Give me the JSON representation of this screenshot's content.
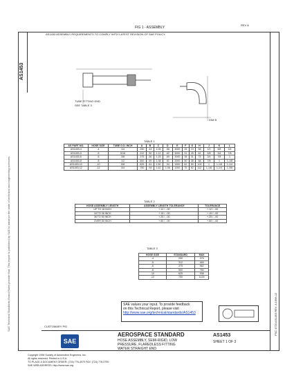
{
  "doc": {
    "code": "AS1453",
    "header_note": "FIG 1 - ASSEMBLY",
    "notice_line": "AS1453 ASSEMBLY REQUIREMENTS TO COMPLY WITH LATEST REVISION OF SAE POLICY",
    "standard_title": "AEROSPACE STANDARD",
    "description": [
      "HOSE ASSEMBLY, SEMI-RIGID, LOW",
      "PRESSURE, FLAREDLESS FITTING",
      "WATER STRAIGHT END"
    ],
    "sheet": "SHEET 1 OF 3",
    "customer_label": "CUSTOMARY P/D",
    "logo_text": "SAE",
    "logo_sub": "AEROSPACE",
    "side_text_right": "FSC 4720 AS1453 REV. A  1996-12",
    "side_text_left": "SAE Technical Standards Board Rules provide that: This report is published by SAE to advance the state of technical and engineering sciences.",
    "footer_lines": [
      "Copyright 1996 Society of Automotive Engineers, Inc.",
      "All rights reserved.  Printed in U.S.A.",
      "TO PLACE A DOCUMENT ORDER: (724) 776-4970  FAX: (724) 776-0790",
      "SAE WEB ADDRESS: http://www.sae.org"
    ],
    "revision": "REV A"
  },
  "figure": {
    "label_left": "TUBE FITTING END",
    "label_left_2": "SEE TABLE 3",
    "label_right": "DIM B"
  },
  "table1": {
    "title": "TABLE 1",
    "headers": [
      "AS PART NO.",
      "HOSE SIZE",
      "TUBE O.D. INCH",
      "A",
      "B",
      "C",
      "D",
      "E",
      "F",
      "G",
      "H",
      "J",
      "K",
      "L"
    ],
    "rows": [
      [
        "AS1453-4",
        "-4",
        "1/4",
        ".250",
        ".44",
        "1.06",
        ".56",
        "3000",
        "25",
        "19",
        "58",
        "1/2",
        "5/8",
        "3/4"
      ],
      [
        "AS1453-5",
        "-5",
        "5/16",
        ".312",
        ".50",
        "1.12",
        ".62",
        "3000",
        "31",
        "25",
        "62",
        "5/8",
        "3/4",
        "7/8"
      ],
      [
        "AS1453-6",
        "-6",
        "3/8",
        ".375",
        ".56",
        "1.25",
        ".69",
        "3000",
        "38",
        "31",
        "75",
        "3/4",
        "7/8",
        "1"
      ],
      [
        "AS1453-8",
        "-8",
        "1/2",
        ".500",
        ".69",
        "1.38",
        ".81",
        "2000",
        "50",
        "38",
        "88",
        "7/8",
        "1",
        "1-1/8"
      ],
      [
        "AS1453-10",
        "-10",
        "5/8",
        ".625",
        ".81",
        "1.50",
        ".94",
        "1500",
        "62",
        "50",
        "100",
        "1",
        "1-1/8",
        "1-1/4"
      ],
      [
        "AS1453-12",
        "-12",
        "3/4",
        ".750",
        ".94",
        "1.62",
        "1.06",
        "1000",
        "75",
        "62",
        "112",
        "1-1/8",
        "1-1/4",
        "1-3/8"
      ]
    ]
  },
  "table2": {
    "title": "TABLE 2",
    "headers": [
      "HOSE ASSEMBLY LENGTH",
      "ASSEMBLY LENGTH TOLERANCE",
      "TOLERANCE"
    ],
    "rows": [
      [
        "UP TO 18 INCH",
        "+.12 / -.00",
        "+.12 / -.00"
      ],
      [
        "18 TO 36 INCH",
        "+.19 / -.00",
        "+.19 / -.00"
      ],
      [
        "36 TO 50 INCH",
        "+.25 / -.00",
        "+.25 / -.00"
      ],
      [
        "OVER 50 INCH",
        "+.50 / -.00",
        "+.50 / -.00"
      ]
    ]
  },
  "table3": {
    "title": "TABLE 3",
    "headers": [
      "HOSE SIZE",
      "STANDARD",
      "MAX"
    ],
    "rows": [
      [
        "-4",
        "250",
        "375"
      ],
      [
        "-5",
        "312",
        "469"
      ],
      [
        "-6",
        "375",
        "562"
      ],
      [
        "-8",
        "500",
        "750"
      ],
      [
        "-10",
        "625",
        "938"
      ],
      [
        "-12",
        "750",
        "1125"
      ]
    ]
  },
  "feedback": {
    "line1": "SAE values your input. To provide feedback",
    "line2": "on this Technical Report, please visit",
    "link": "http://www.sae.org/technical/standards/AS1453"
  },
  "colors": {
    "logo_blue": "#1e4e9a",
    "link": "#1a3fb0"
  }
}
